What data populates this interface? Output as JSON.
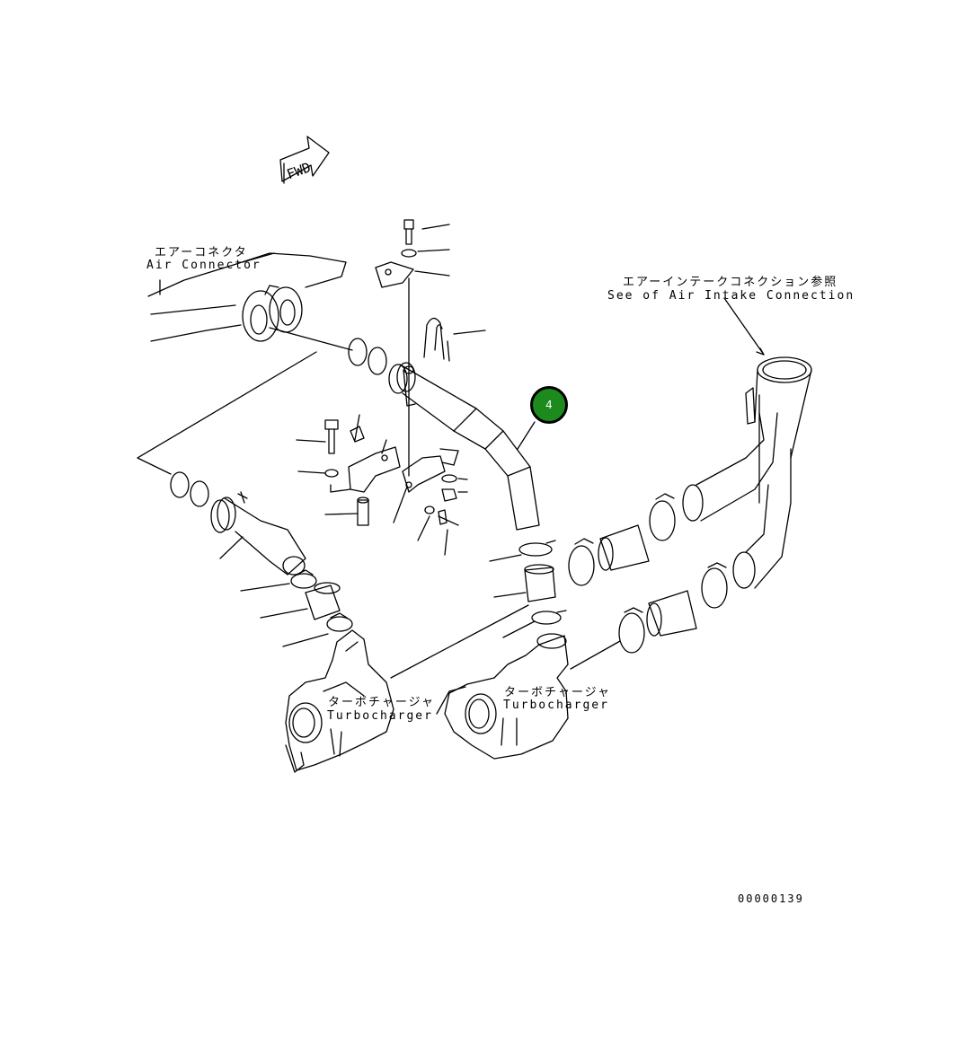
{
  "fwd_label": "FWD",
  "labels": {
    "air_connector_jp": "エアーコネクタ",
    "air_connector_en": "Air Connector",
    "air_intake_jp": "エアーインテークコネクション参照",
    "air_intake_en": "See of Air Intake Connection",
    "turbo_left_jp": "ターボチャージャ",
    "turbo_left_en": "Turbocharger",
    "turbo_right_jp": "ターボチャージャ",
    "turbo_right_en": "Turbocharger",
    "drawing_no": "00000139"
  },
  "callout": {
    "number": "4",
    "color": "#1c8a1c"
  }
}
